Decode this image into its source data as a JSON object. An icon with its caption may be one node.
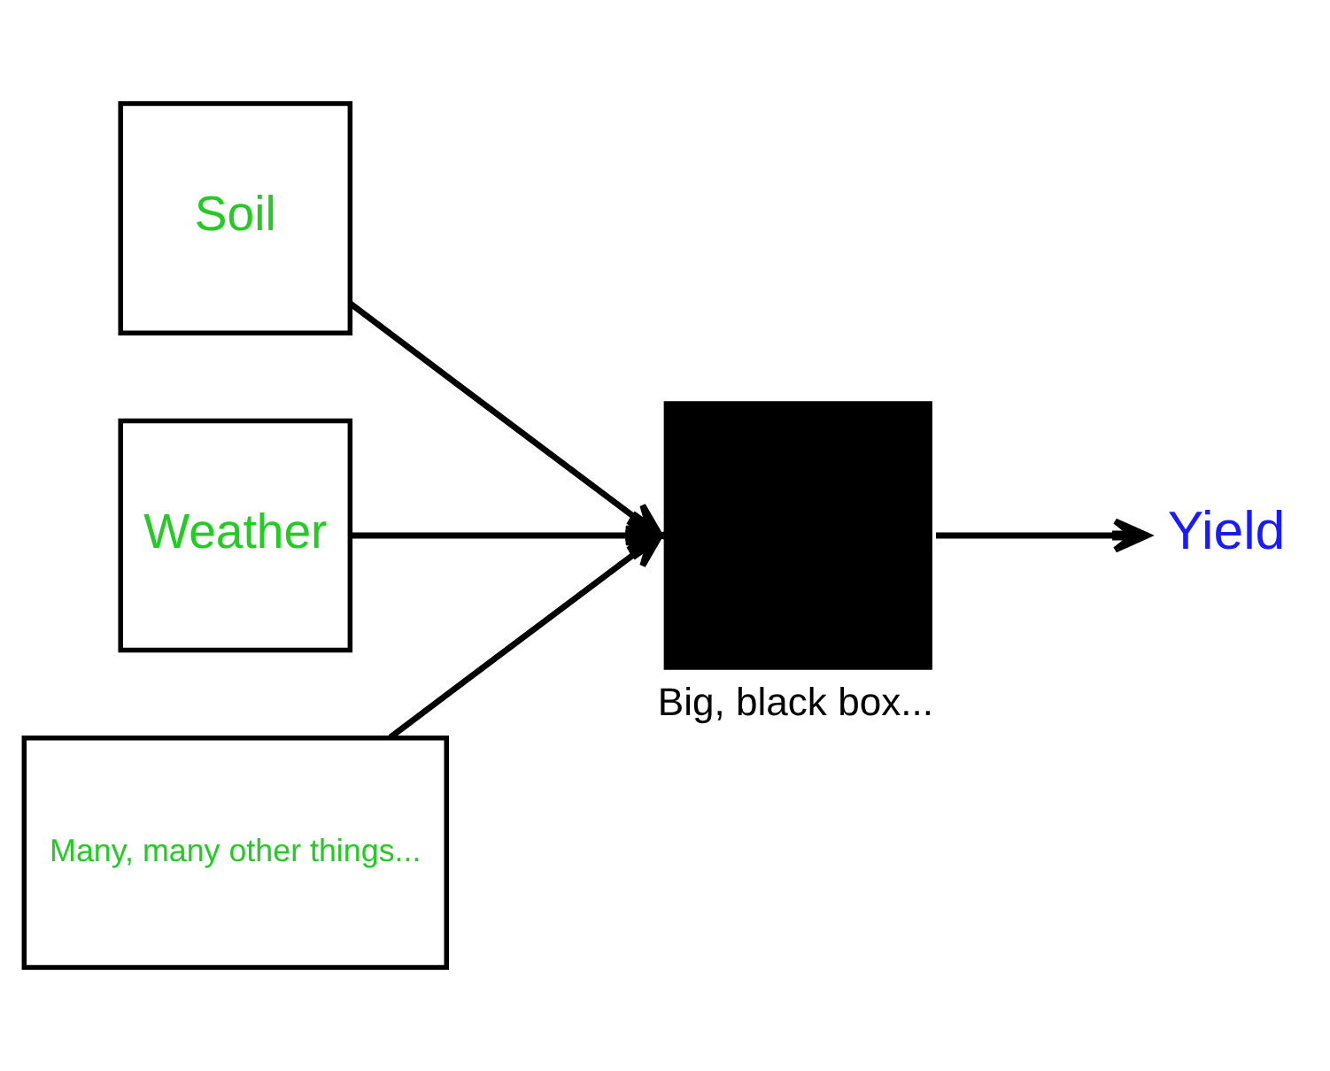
{
  "diagram": {
    "nodes": [
      {
        "text": [
          "Soil"
        ]
      },
      {
        "text": [
          "Weather"
        ]
      },
      {
        "text": [
          "Many, many other things..."
        ]
      },
      {
        "text": [],
        "shape": "box",
        "beside": [
          "Big, black box..."
        ]
      },
      {
        "text": [
          "Yield"
        ]
      }
    ],
    "edges": [
      {
        "from": 0,
        "to": 3,
        "arrow": "to"
      },
      {
        "from": 1,
        "to": 3,
        "arrow": "to"
      },
      {
        "from": 2,
        "to": 3,
        "arrow": "to"
      },
      {
        "from": 3,
        "to": 4,
        "arrow": "to"
      }
    ]
  }
}
